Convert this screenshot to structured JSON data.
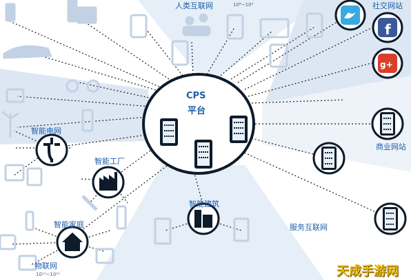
{
  "labels": {
    "cps": "CPS",
    "platform": "平台",
    "internet_people": "人类互联网",
    "internet_people_scale": "10⁸~10⁹",
    "social_sites": "社交网站",
    "smart_grid": "智能电网",
    "smart_factory": "智能工厂",
    "commerce_sites": "商业网站",
    "smart_building": "智能建筑",
    "smart_home": "智能家庭",
    "service_internet": "服务互联网",
    "iot": "物联网",
    "iot_scale": "10¹¹~10¹²"
  },
  "watermark": "天成手游网",
  "colors": {
    "label_blue": "#1f5fa8",
    "wedge_light": "#e6eef7",
    "wedge_dark": "#c9d8ea",
    "icon_gray": "#c2d1e3",
    "ink": "#0d1b2a",
    "twitter": "#39a9e0",
    "facebook": "#3b5998",
    "gplus": "#d93f2b",
    "watermark": "#e8b400"
  }
}
